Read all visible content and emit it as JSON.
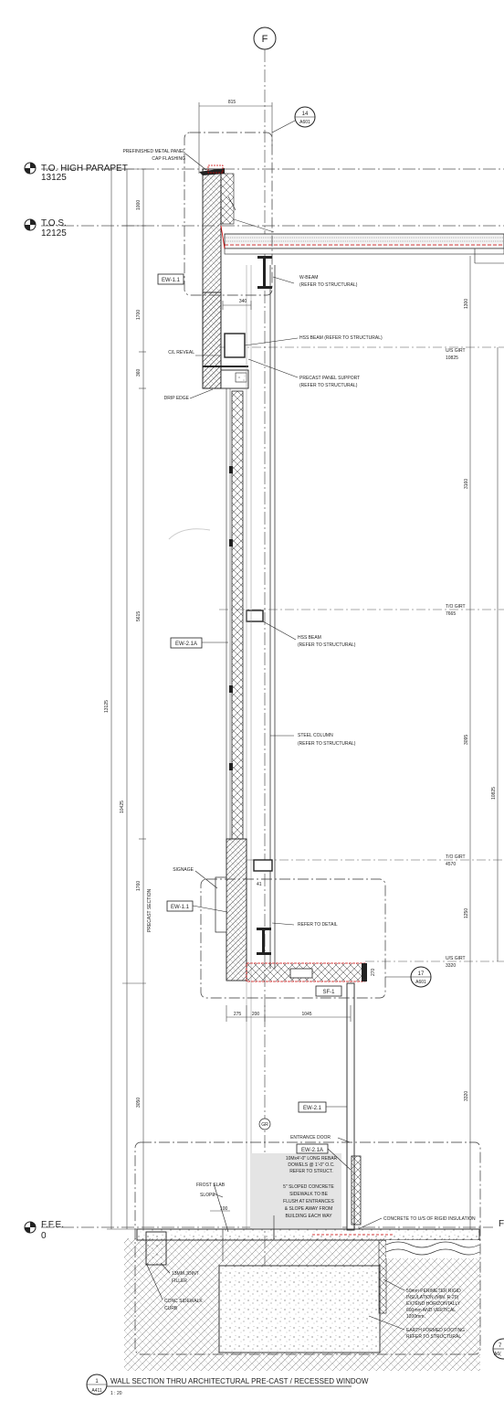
{
  "grid_bubble": "F",
  "levels": {
    "parapet": {
      "name": "T.O. HIGH PARAPET",
      "elev": "13125"
    },
    "tos": {
      "name": "T.O.S.",
      "elev": "12125"
    },
    "ffe": {
      "name": "F.F.E.",
      "elev": "0"
    }
  },
  "callouts": {
    "c14": {
      "num": "14",
      "sheet": "A601"
    },
    "c17": {
      "num": "17",
      "sheet": "A601"
    },
    "c7": {
      "num": "7",
      "sheet": "A6("
    }
  },
  "tags": {
    "ew11_top": "EW-1.1",
    "ew21a": "EW-2.1A",
    "ew11_bot": "EW-1.1",
    "sf1": "SF-1",
    "ew21": "EW-2.1",
    "ew21a_door": "EW-2.1A",
    "gr": "GR"
  },
  "girts": [
    {
      "name": "U/S GIRT",
      "elev": "10825"
    },
    {
      "name": "T/O GIRT",
      "elev": "7665"
    },
    {
      "name": "T/O GIRT",
      "elev": "4570"
    },
    {
      "name": "U/S GIRT",
      "elev": "3320"
    }
  ],
  "notes": {
    "cap1": "PREFINISHED METAL PANEL",
    "cap2": "CAP FLASHING",
    "wbeam1": "W-BEAM",
    "wbeam2": "(REFER TO STRUCTURAL)",
    "hss1": "HSS BEAM (REFER TO STRUCTURAL)",
    "cl_reveal": "C/L REVEAL",
    "support1": "PRECAST PANEL SUPPORT",
    "support2": "(REFER TO STRUCTURAL)",
    "drip": "DRIP EDGE",
    "hss2a": "HSS BEAM",
    "hss2b": "(REFER TO STRUCTURAL)",
    "col1": "STEEL COLUMN",
    "col2": "(REFER TO STRUCTURAL)",
    "signage": "SIGNAGE",
    "refer_detail": "REFER TO DETAIL",
    "precast_section": "PRECAST SECTION",
    "entrance_door": "ENTRANCE DOOR",
    "dowels1": "10Mx4'-0\" LONG REBAR",
    "dowels2": "DOWELS @ 1'-0\" O.C.",
    "dowels3": "REFER TO STRUCT.",
    "frost_slab": "FROST SLAB",
    "slope": "SLOPE",
    "sidewalk1": "5\" SLOPED CONCRETE",
    "sidewalk2": "SIDEWALK TO BE",
    "sidewalk3": "FLUSH AT ENTRANCES",
    "sidewalk4": "& SLOPE AWAY FROM",
    "sidewalk5": "BUILDING EACH WAY",
    "conc_rigid": "CONCRETE TO U/S OF RIGID INSULATION",
    "joint1": "13MM JOINT",
    "joint2": "FILLER",
    "curb1": "CONC SIDEWALK",
    "curb2": "CURB",
    "ins1": "50mm PERIMETER RIGID",
    "ins2": "INSULATION (MIN. R-20)",
    "ins3": "EXTEND HORIZONTALLY",
    "ins4": "600mm AND VERTICAL",
    "ins5": "1200mm.",
    "foot1": "EARTH FORMED FOOTING",
    "foot2": "REFER TO STRUCTURAL",
    "ffe_cut": "F"
  },
  "dims": {
    "d815": "815",
    "d340": "340",
    "d1000": "1000",
    "d1700": "1700",
    "d360": "360",
    "d5615": "5615",
    "d13125": "13125",
    "d10425": "10425",
    "d1760": "1760",
    "d3050": "3050",
    "d1300": "1300",
    "d3160": "3160",
    "d3095": "3095",
    "d10825": "10825",
    "d1250": "1250",
    "d3320": "3320",
    "d41": "41",
    "d270": "270",
    "d275": "275",
    "d200": "200",
    "d1045": "1045",
    "d100": "100"
  },
  "title": {
    "num": "1",
    "sheet": "A411",
    "text": "WALL SECTION THRU ARCHITECTURAL PRE-CAST / RECESSED WINDOW",
    "scale": "1 : 20"
  }
}
